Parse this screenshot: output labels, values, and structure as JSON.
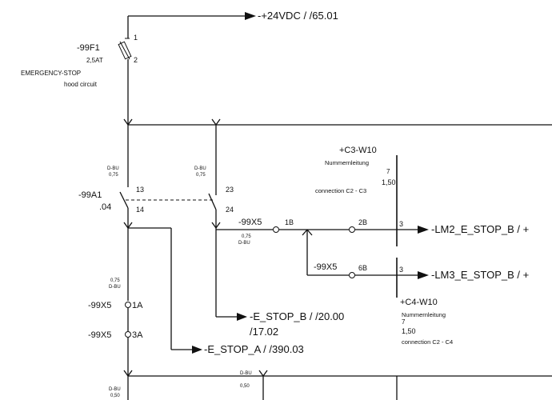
{
  "supply": {
    "label": "-+24VDC / /65.01"
  },
  "fuse": {
    "designation": "-99F1",
    "pin_top": "1",
    "pin_bottom": "2",
    "rating": "2,5AT",
    "function_line1": "EMERGENCY-STOP",
    "function_line2": "hood circuit"
  },
  "relay": {
    "designation": "-99A1",
    "sub": ".04",
    "contact1_top": "13",
    "contact1_bottom": "14",
    "contact2_top": "23",
    "contact2_bottom": "24"
  },
  "wire_specs": {
    "spec_a_l1": "D-BU",
    "spec_a_l2": "0,75",
    "spec_b_l1": "D-BU",
    "spec_b_l2": "0,75",
    "spec_c_l1": "0,75",
    "spec_c_l2": "D-BU",
    "spec_d_l1": "0,75",
    "spec_d_l2": "D-BU",
    "spec_e_l1": "D-BU",
    "spec_e_l2": "0,50",
    "spec_f_l1": "D-BU",
    "spec_f_l2": "0,50"
  },
  "terminals": {
    "x5_1": {
      "strip": "-99X5",
      "pin": "1A"
    },
    "x5_3": {
      "strip": "-99X5",
      "pin": "3A"
    },
    "x5_1b": {
      "strip": "-99X5",
      "pin": "1B"
    },
    "x5_2b": {
      "pin": "2B"
    },
    "x5_6b": {
      "strip": "-99X5",
      "pin": "6B"
    }
  },
  "cable_c3": {
    "name": "+C3-W10",
    "type": "Nummernleitung",
    "cores": "7",
    "cross_section": "1,50",
    "connection": "connection C2 - C3",
    "pin": "3"
  },
  "cable_c4": {
    "name": "+C4-W10",
    "type": "Nummernleitung",
    "cores": "7",
    "cross_section": "1,50",
    "connection": "connection C2 - C4",
    "pin": "3"
  },
  "outputs": {
    "lm2": "-LM2_E_STOP_B / +",
    "lm3": "-LM3_E_STOP_B / +",
    "estop_b_line1": "-E_STOP_B / /20.00",
    "estop_b_line2": "/17.02",
    "estop_a": "-E_STOP_A / /390.03"
  }
}
